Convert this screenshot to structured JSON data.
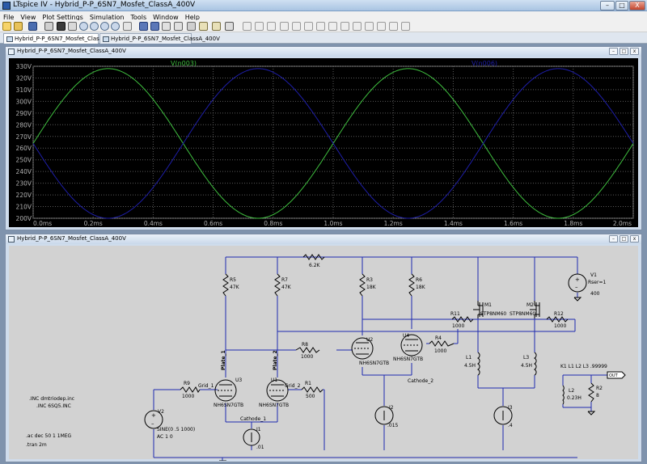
{
  "app": {
    "title": "LTspice IV - Hybrid_P-P_6SN7_Mosfet_ClassA_400V",
    "controls": {
      "minimize": "–",
      "maximize": "□",
      "close": "X"
    }
  },
  "menu": [
    "File",
    "View",
    "Plot Settings",
    "Simulation",
    "Tools",
    "Window",
    "Help"
  ],
  "tabs": [
    {
      "label": "Hybrid_P-P_6SN7_Mosfet_ClassA_400V",
      "active": true
    },
    {
      "label": "Hybrid_P-P_6SN7_Mosfet_ClassA_400V",
      "active": false
    }
  ],
  "waveform_window": {
    "title": "Hybrid_P-P_6SN7_Mosfet_ClassA_400V",
    "controls": {
      "minimize": "–",
      "maximize": "□",
      "close": "x"
    }
  },
  "chart_data": {
    "type": "line",
    "title": "",
    "xlabel": "",
    "ylabel": "",
    "xlim": [
      0,
      2.0
    ],
    "ylim": [
      200,
      330
    ],
    "x_ticks": [
      "0.0ms",
      "0.2ms",
      "0.4ms",
      "0.6ms",
      "0.8ms",
      "1.0ms",
      "1.2ms",
      "1.4ms",
      "1.6ms",
      "1.8ms",
      "2.0ms"
    ],
    "y_ticks": [
      "200V",
      "210V",
      "220V",
      "230V",
      "240V",
      "250V",
      "260V",
      "270V",
      "280V",
      "290V",
      "300V",
      "310V",
      "320V",
      "330V"
    ],
    "background": "#000000",
    "series": [
      {
        "name": "V(n003)",
        "color": "#3fbf3f",
        "offset": 264,
        "amplitude": 64,
        "period_ms": 1.0,
        "phase_deg": 0
      },
      {
        "name": "V(n006)",
        "color": "#1e1ea8",
        "offset": 264,
        "amplitude": 64,
        "period_ms": 1.0,
        "phase_deg": 180
      }
    ]
  },
  "schematic_window": {
    "title": "Hybrid_P-P_6SN7_Mosfet_ClassA_400V",
    "controls": {
      "minimize": "–",
      "maximize": "□",
      "close": "x"
    }
  },
  "schematic": {
    "components": {
      "R5": {
        "name": "R5",
        "value": "47K"
      },
      "R7": {
        "name": "R7",
        "value": "47K"
      },
      "R_top": {
        "name": "",
        "value": "6.2K"
      },
      "R3": {
        "name": "R3",
        "value": "18K"
      },
      "R6": {
        "name": "R6",
        "value": "18K"
      },
      "R11": {
        "name": "R11",
        "value": "1000"
      },
      "R12": {
        "name": "R12",
        "value": "1000"
      },
      "R8": {
        "name": "R8",
        "value": "1000"
      },
      "R4": {
        "name": "R4",
        "value": "1000"
      },
      "R9": {
        "name": "R9",
        "value": "1000"
      },
      "R1": {
        "name": "R1",
        "value": "500"
      },
      "R2": {
        "name": "R2",
        "value": "8"
      },
      "V1": {
        "name": "V1",
        "value": "400",
        "param": "Rser=1"
      },
      "V2": {
        "name": "V2",
        "value": "SINE(0 .5 1000)",
        "value2": "AC 1 0"
      },
      "M1": {
        "name": "M1",
        "value": "STP8NM60"
      },
      "M2": {
        "name": "M2",
        "value": "STP8NM60"
      },
      "L1": {
        "name": "L1",
        "value": "4.5H"
      },
      "L3": {
        "name": "L3",
        "value": "4.5H"
      },
      "L2": {
        "name": "L2",
        "value": "0.23H"
      },
      "U1": {
        "name": "U1",
        "value": "NH6SN7GTB"
      },
      "U2": {
        "name": "U2",
        "value": "NH6SN7GTB"
      },
      "U3": {
        "name": "U3",
        "value": "NH6SN7GTB"
      },
      "U4": {
        "name": "U4",
        "value": "NH6SN7GTB"
      },
      "I1": {
        "name": "I1",
        "value": ".01"
      },
      "I2": {
        "name": "I2",
        "value": ".015"
      },
      "I3": {
        "name": "I3",
        "value": ".4"
      }
    },
    "net_labels": {
      "plate1": "Plate_1",
      "plate2": "Plate_2",
      "grid1": "Grid_1",
      "grid2": "Grid_2",
      "cathode1": "Cathode_1",
      "cathode2": "Cathode_2",
      "out": "OUT"
    },
    "directives": {
      "inc1": ".INC dmtriodep.inc",
      "inc2": ".INC 6SQ5.INC",
      "ac": ".ac dec 50 1 1MEG",
      "tran": ".tran 2m",
      "k": "K1 L1 L2 L3 .99999"
    }
  }
}
